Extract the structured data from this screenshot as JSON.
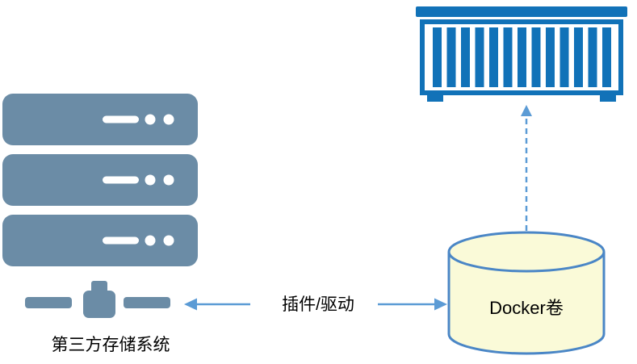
{
  "diagram": {
    "storage": {
      "label": "第三方存储系统"
    },
    "connection": {
      "label": "插件/驱动"
    },
    "volume": {
      "label": "Docker卷"
    },
    "colors": {
      "server": "#6b8ca6",
      "container": "#1172b8",
      "cylinder_fill": "#fafad8",
      "cylinder_stroke": "#4a86c6",
      "arrow": "#5b9bd5",
      "text": "#000000",
      "background": "#ffffff"
    }
  }
}
